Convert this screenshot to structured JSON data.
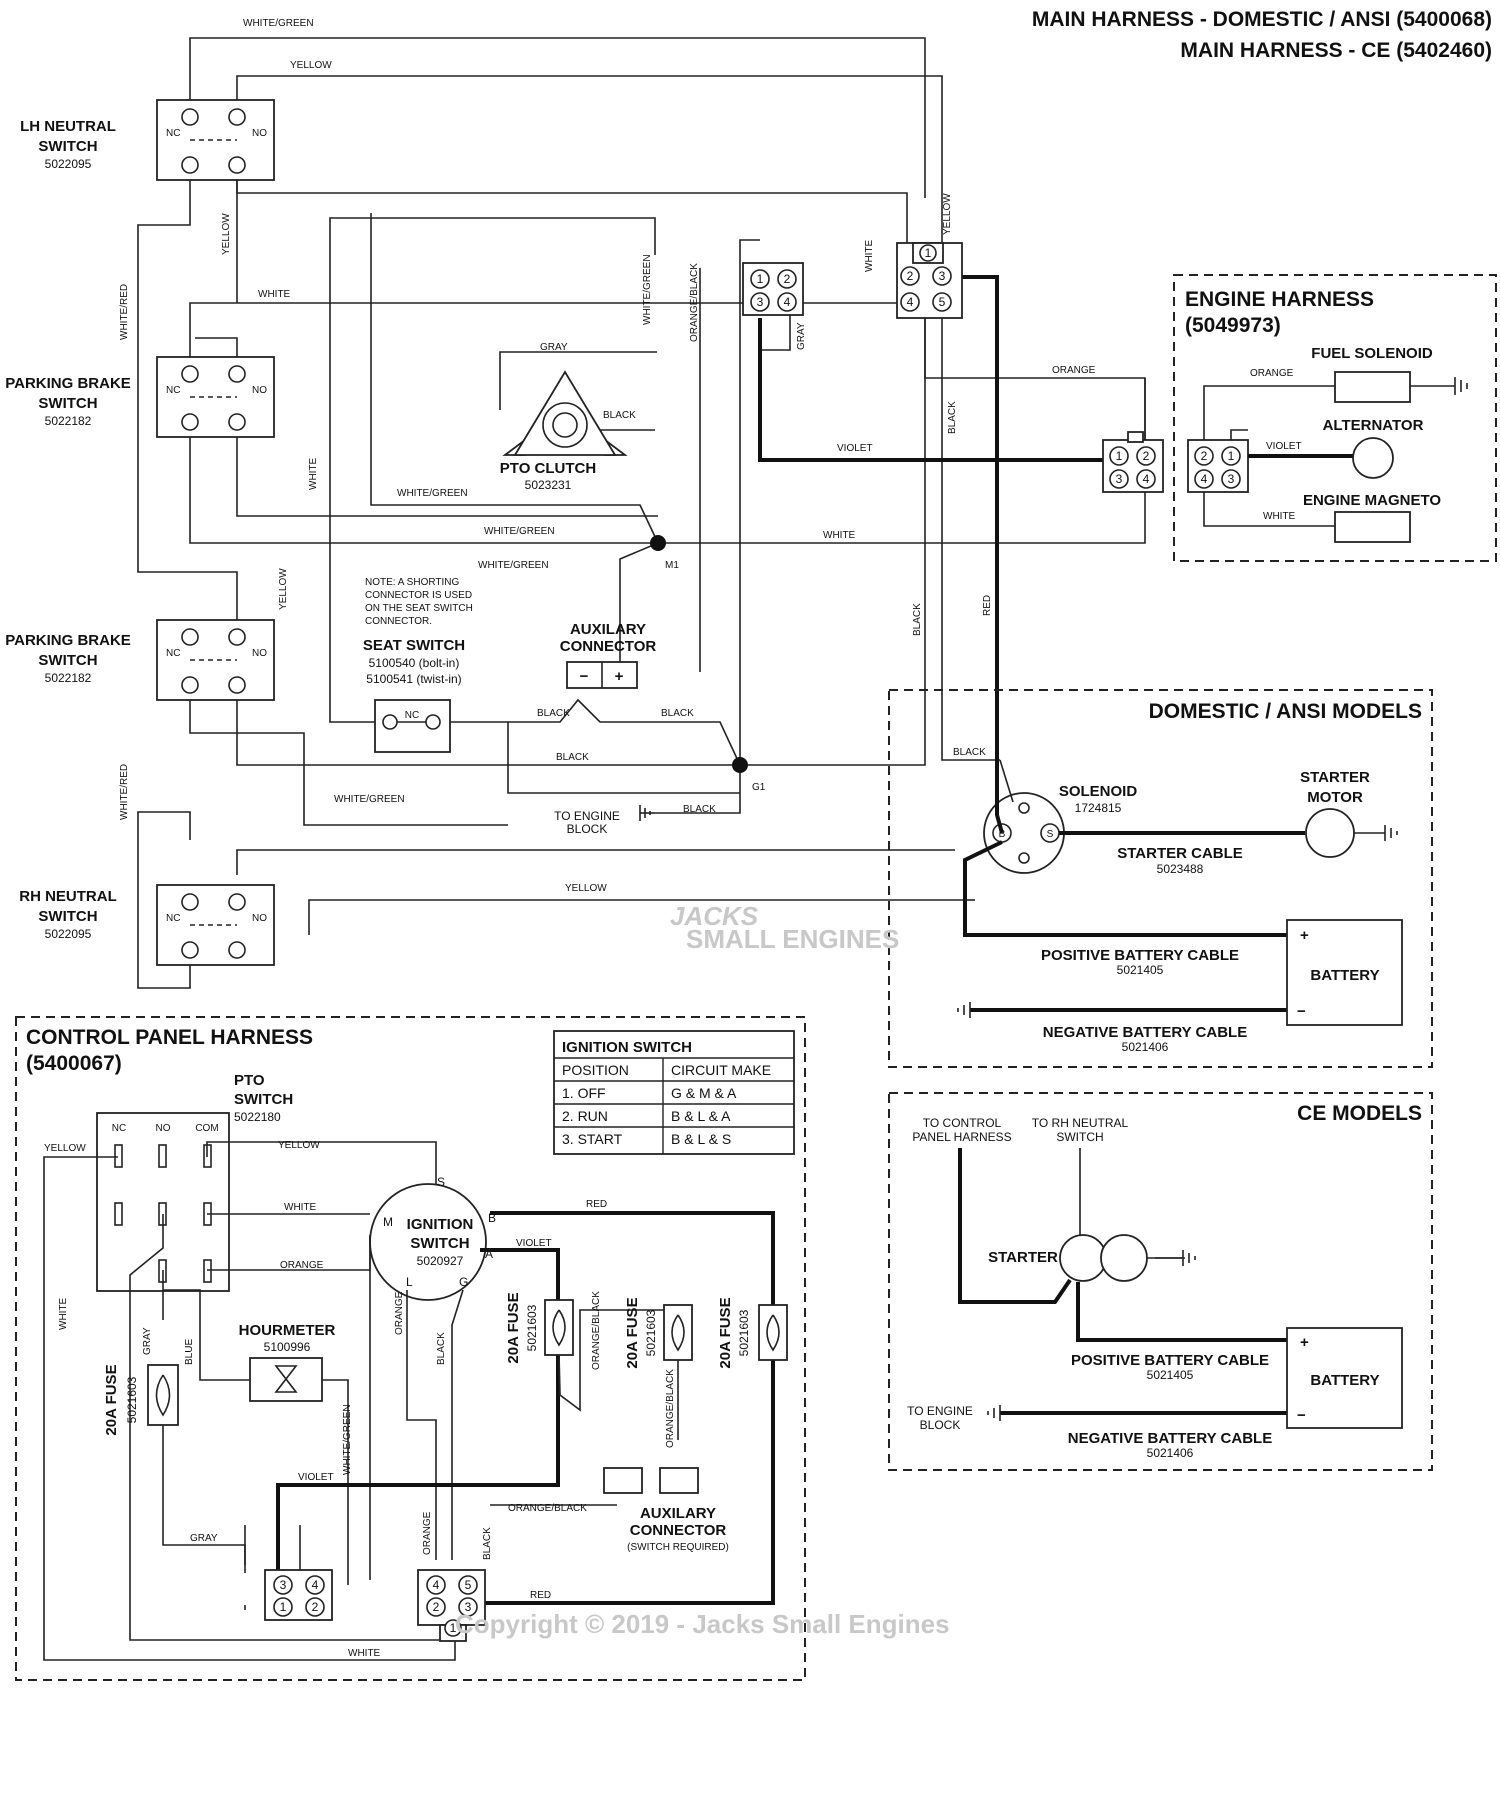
{
  "title": {
    "line1": "MAIN HARNESS - DOMESTIC / ANSI (5400068)",
    "line2": "MAIN HARNESS - CE (5402460)"
  },
  "components": {
    "lh_neutral": {
      "name1": "LH NEUTRAL",
      "name2": "SWITCH",
      "part": "5022095"
    },
    "pb_switch_1": {
      "name1": "PARKING BRAKE",
      "name2": "SWITCH",
      "part": "5022182"
    },
    "pb_switch_2": {
      "name1": "PARKING BRAKE",
      "name2": "SWITCH",
      "part": "5022182"
    },
    "rh_neutral": {
      "name1": "RH NEUTRAL",
      "name2": "SWITCH",
      "part": "5022095"
    },
    "switch_nc": "NC",
    "switch_no": "NO",
    "pto_clutch": {
      "name": "PTO CLUTCH",
      "part": "5023231"
    },
    "seat_switch": {
      "name": "SEAT SWITCH",
      "part1": "5100540 (bolt-in)",
      "part2": "5100541 (twist-in)",
      "contact": "NC"
    },
    "seat_note": [
      "NOTE: A SHORTING",
      "CONNECTOR IS USED",
      "ON THE SEAT SWITCH",
      "CONNECTOR."
    ],
    "aux_connector": {
      "name1": "AUXILARY",
      "name2": "CONNECTOR",
      "minus": "−",
      "plus": "+"
    },
    "m1": "M1",
    "g1": "G1",
    "engine_block": {
      "line1": "TO ENGINE",
      "line2": "BLOCK"
    }
  },
  "engine_harness": {
    "title1": "ENGINE HARNESS",
    "title2": "(5049973)",
    "fuel_solenoid": "FUEL SOLENOID",
    "alternator": "ALTERNATOR",
    "engine_magneto": "ENGINE MAGNETO"
  },
  "domestic": {
    "title": "DOMESTIC / ANSI MODELS",
    "solenoid": "SOLENOID",
    "solenoid_part": "1724815",
    "b": "B",
    "s": "S",
    "starter_motor1": "STARTER",
    "starter_motor2": "MOTOR",
    "starter_cable": "STARTER CABLE",
    "starter_cable_part": "5023488",
    "pos_cable": "POSITIVE BATTERY CABLE",
    "pos_cable_part": "5021405",
    "neg_cable": "NEGATIVE BATTERY CABLE",
    "neg_cable_part": "5021406",
    "battery": "BATTERY",
    "plus": "+",
    "minus": "−"
  },
  "ce": {
    "title": "CE MODELS",
    "to_control1": "TO CONTROL",
    "to_control2": "PANEL HARNESS",
    "to_rh1": "TO RH NEUTRAL",
    "to_rh2": "SWITCH",
    "starter": "STARTER",
    "pos_cable": "POSITIVE BATTERY CABLE",
    "pos_cable_part": "5021405",
    "neg_cable": "NEGATIVE BATTERY CABLE",
    "neg_cable_part": "5021406",
    "battery": "BATTERY",
    "engine_block1": "TO ENGINE",
    "engine_block2": "BLOCK",
    "plus": "+",
    "minus": "−"
  },
  "control_panel": {
    "title1": "CONTROL PANEL HARNESS",
    "title2": "(5400067)",
    "pto_switch1": "PTO",
    "pto_switch2": "SWITCH",
    "pto_switch_part": "5022180",
    "pto_nc": "NC",
    "pto_no": "NO",
    "pto_com": "COM",
    "ignition1": "IGNITION",
    "ignition2": "SWITCH",
    "ignition_part": "5020927",
    "ign_s": "S",
    "ign_m": "M",
    "ign_b": "B",
    "ign_a": "A",
    "ign_l": "L",
    "ign_g": "G",
    "hourmeter": "HOURMETER",
    "hourmeter_part": "5100996",
    "fuse_label": "20A FUSE",
    "fuse_part": "5021603",
    "aux_connector1": "AUXILARY",
    "aux_connector2": "CONNECTOR",
    "aux_note": "(SWITCH REQUIRED)"
  },
  "ignition_table": {
    "title": "IGNITION SWITCH",
    "headers": [
      "POSITION",
      "CIRCUIT MAKE"
    ],
    "rows": [
      [
        "1. OFF",
        "G & M & A"
      ],
      [
        "2. RUN",
        "B & L & A"
      ],
      [
        "3. START",
        "B & L & S"
      ]
    ]
  },
  "wire_labels": {
    "white_green": "WHITE/GREEN",
    "yellow": "YELLOW",
    "white": "WHITE",
    "white_red": "WHITE/RED",
    "gray": "GRAY",
    "black": "BLACK",
    "violet": "VIOLET",
    "orange": "ORANGE",
    "red": "RED",
    "orange_black": "ORANGE/BLACK",
    "blue": "BLUE"
  },
  "watermark": {
    "brand": "JACKS",
    "sub": "SMALL ENGINES",
    "copyright": "Copyright © 2019 - Jacks Small Engines"
  }
}
